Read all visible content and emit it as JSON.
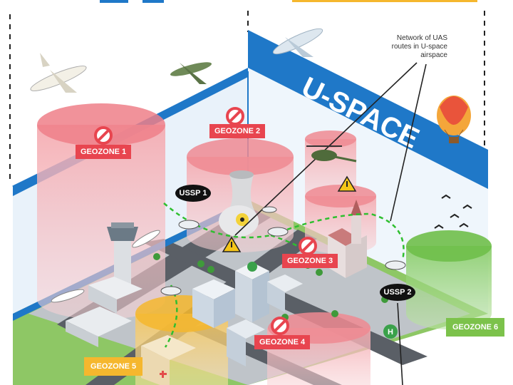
{
  "banner": {
    "text": "U-SPACE"
  },
  "callout": {
    "line1": "Network of UAS",
    "line2": "routes in U-space",
    "line3": "airspace"
  },
  "geozones": {
    "g1": "GEOZONE 1",
    "g2": "GEOZONE 2",
    "g3": "GEOZONE 3",
    "g4": "GEOZONE 4",
    "g5": "GEOZONE 5",
    "g6": "GEOZONE 6"
  },
  "ussp": {
    "u1": "USSP 1",
    "u2": "USSP 2"
  },
  "colors": {
    "restricted": "#e8454f",
    "conditional": "#f5b72e",
    "open": "#7cc24b",
    "uspace_blue": "#1f78c8",
    "route": "#2fbf2f"
  },
  "icons": [
    "no-entry-icon",
    "warning-icon",
    "radiation-icon",
    "airplane-icon",
    "helicopter-icon",
    "hot-air-balloon-icon",
    "drone-icon",
    "bird-icon",
    "helipad-icon"
  ]
}
